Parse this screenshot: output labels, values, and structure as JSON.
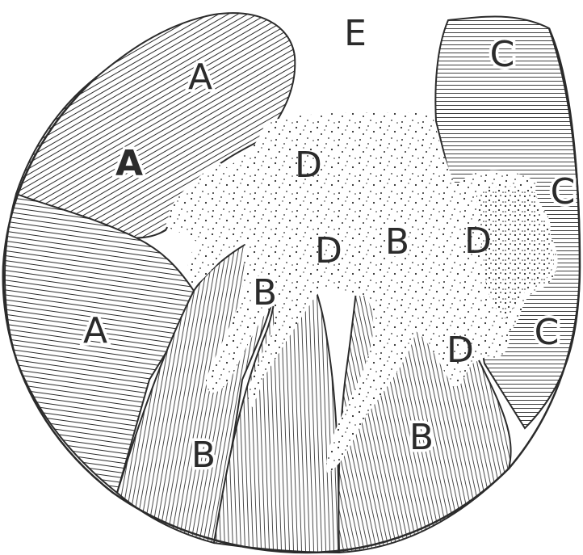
{
  "labels": {
    "a1": "A",
    "a2": "A",
    "a3": "A",
    "b1": "B",
    "b2": "B",
    "b3": "B",
    "b4": "B",
    "c1": "C",
    "c2": "C",
    "c3": "C",
    "d1": "D",
    "d2": "D",
    "d3": "D",
    "d4": "D",
    "e": "E"
  },
  "colors": {
    "ink": "#2b2b2b",
    "paper": "#ffffff"
  }
}
